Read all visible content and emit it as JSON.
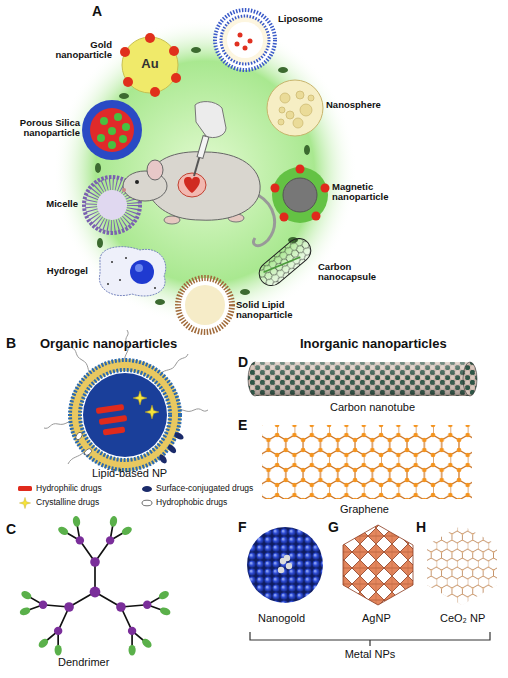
{
  "diagram": {
    "labels": [
      "A",
      "Gold nanoparticle",
      "Liposome",
      "Nanosphere",
      "Porous Silica nanoparticle",
      "Magnetic nanoparticle",
      "Micelle",
      "Carbon nanocapsule",
      "Hydrogel",
      "Solid Lipid nanoparticle",
      "Au",
      "B",
      "Organic nanoparticles",
      "Lipid-based NP",
      "C",
      "Dendrimer",
      "Inorganic nanoparticles",
      "D",
      "Carbon nanotube",
      "E",
      "Graphene",
      "F",
      "Nanogold",
      "G",
      "AgNP",
      "H",
      "CeO₂ NP",
      "Metal NPs"
    ],
    "legend": [
      {
        "text": "Hydrophilic drugs"
      },
      {
        "text": "Surface-conjugated drugs"
      },
      {
        "text": "Crystalline drugs"
      },
      {
        "text": "Hydrophobic drugs"
      }
    ]
  }
}
